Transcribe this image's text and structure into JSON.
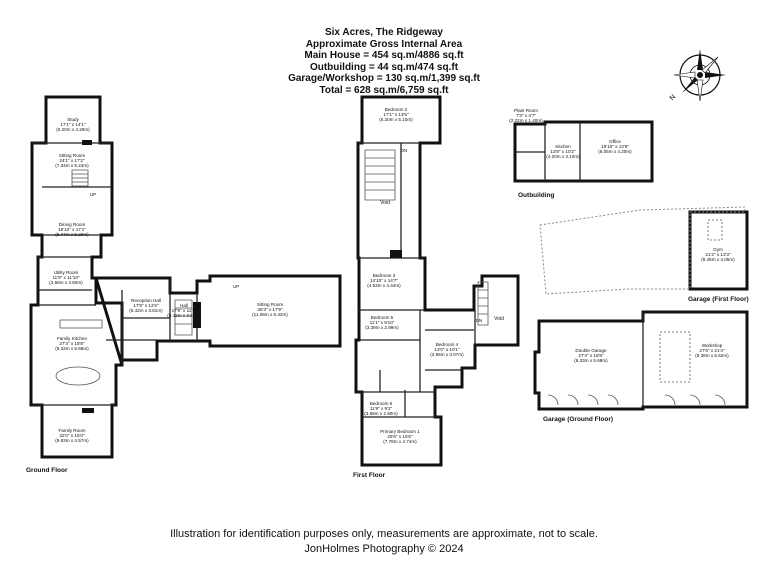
{
  "header": {
    "title": "Six Acres, The Ridgeway",
    "subtitle": "Approximate Gross Internal Area",
    "lines": [
      "Main House = 454 sq.m/4886 sq.ft",
      "Outbuilding = 44 sq.m/474 sq.ft",
      "Garage/Workshop = 130 sq.m/1,399 sq.ft",
      "Total = 628 sq.m/6,759 sq.ft"
    ]
  },
  "floors": {
    "ground": "Ground Floor",
    "first": "First Floor",
    "outbuilding": "Outbuilding",
    "garage_first": "Garage (First Floor)",
    "garage_ground": "Garage (Ground Floor)"
  },
  "rooms": {
    "study": {
      "name": "Study",
      "dims": "17'1\" x 14'1\"",
      "metric": "(5.20m x 4.29m)"
    },
    "sitting_room_1": {
      "name": "Sitting Room",
      "dims": "24'1\" x 17'2\"",
      "metric": "(7.34m x 5.24m)"
    },
    "dining_room": {
      "name": "Dining Room",
      "dims": "18'10\" x 17'1\"",
      "metric": "(5.74m x 5.20m)"
    },
    "utility": {
      "name": "Utility Room",
      "dims": "11'9\" x 11'10\"",
      "metric": "(3.58m x 3.60m)"
    },
    "reception_hall": {
      "name": "Reception Hall",
      "dims": "17'9\" x 12'6\"",
      "metric": "(5.42m x 3.81m)"
    },
    "hall": {
      "name": "Hall",
      "dims": "17'9\" x 11'7\"",
      "metric": "(5.42m x 3.56m)"
    },
    "sitting_room_2": {
      "name": "Sitting Room",
      "dims": "36'3\" x 17'9\"",
      "metric": "(11.06m x 5.42m)"
    },
    "family_kitchen": {
      "name": "Family Kitchen",
      "dims": "27'4\" x 18'8\"",
      "metric": "(8.33m x 5.68m)"
    },
    "family_room": {
      "name": "Family Room",
      "dims": "32'0\" x 15'0\"",
      "metric": "(9.93m x 4.57m)"
    },
    "bedroom_2": {
      "name": "Bedroom 2",
      "dims": "17'1\" x 13'5\"",
      "metric": "(5.20m x 5.10m)"
    },
    "bedroom_3": {
      "name": "Bedroom 3",
      "dims": "14'10\" x 14'7\"",
      "metric": "(4.53m x 4.44m)"
    },
    "bedroom_5": {
      "name": "Bedroom 5",
      "dims": "11'1\" x 9'10\"",
      "metric": "(3.39m x 2.99m)"
    },
    "bedroom_4": {
      "name": "Bedroom 4",
      "dims": "13'0\" x 10'1\"",
      "metric": "(3.96m x 3.07m)"
    },
    "bedroom_6": {
      "name": "Bedroom 6",
      "dims": "11'9\" x 9'2\"",
      "metric": "(3.58m x 2.80m)"
    },
    "primary_bedroom": {
      "name": "Primary Bedroom 1",
      "dims": "25'6\" x 15'6\"",
      "metric": "(7.78m x 4.74m)"
    },
    "plant_room": {
      "name": "Plant Room",
      "dims": "7'3\" x 4'7\"",
      "metric": "(2.22m x 1.40m)"
    },
    "kitchen": {
      "name": "Kitchen",
      "dims": "13'8\" x 10'2\"",
      "metric": "(4.20m x 3.10m)"
    },
    "office": {
      "name": "Office",
      "dims": "19'10\" x 13'8\"",
      "metric": "(6.05m x 4.20m)"
    },
    "gym": {
      "name": "Gym",
      "dims": "21'2\" x 13'3\"",
      "metric": "(6.45m x 4.05m)"
    },
    "double_garage": {
      "name": "Double Garage",
      "dims": "27'4\" x 18'8\"",
      "metric": "(8.33m x 5.68m)"
    },
    "workshop": {
      "name": "Workshop",
      "dims": "27'6\" x 21'4\"",
      "metric": "(8.38m x 6.52m)"
    }
  },
  "labels": {
    "void": "Void",
    "up": "UP",
    "dn": "DN"
  },
  "footer": {
    "disclaimer": "Illustration for identification purposes only, measurements are approximate, not to scale.",
    "credit": "JonHolmes Photography © 2024"
  }
}
